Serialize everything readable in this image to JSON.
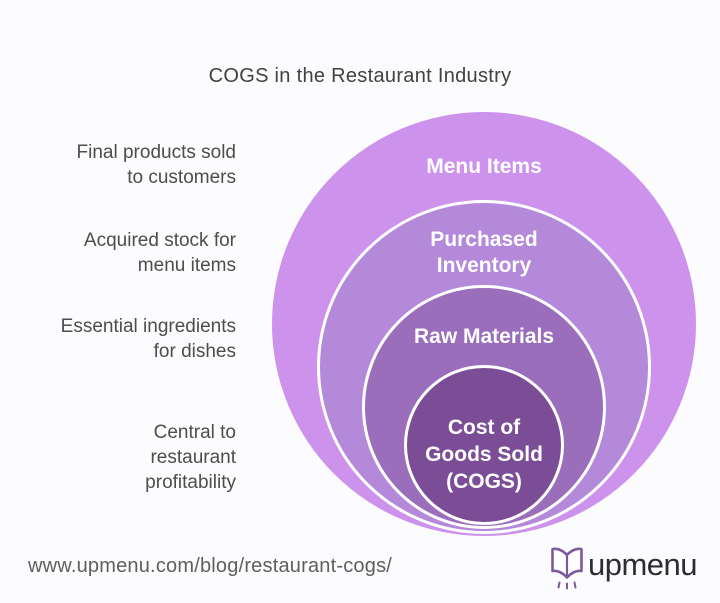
{
  "title": "COGS in the Restaurant Industry",
  "colors": {
    "background": "#fcfbfd",
    "title_text": "#414141",
    "side_label_text": "#4d4d4d",
    "ring_label_text": "#ffffff",
    "ring_border": "#ffffff",
    "url_text": "#5f5f5f",
    "brand_text": "#2d2d30",
    "brand_icon": "#7d5a9e"
  },
  "rings": [
    {
      "label": "Menu Items",
      "description": "Final products sold\nto customers",
      "color": "#cc92ec"
    },
    {
      "label": "Purchased\nInventory",
      "description": "Acquired stock for\nmenu items",
      "color": "#b489da"
    },
    {
      "label": "Raw Materials",
      "description": "Essential ingredients\nfor dishes",
      "color": "#9b6ebc"
    },
    {
      "label": "Cost of\nGoods Sold\n(COGS)",
      "description": "Central to\nrestaurant\nprofitability",
      "color": "#7b4d96"
    }
  ],
  "footer": {
    "url": "www.upmenu.com/blog/restaurant-cogs/",
    "brand": "upmenu"
  }
}
